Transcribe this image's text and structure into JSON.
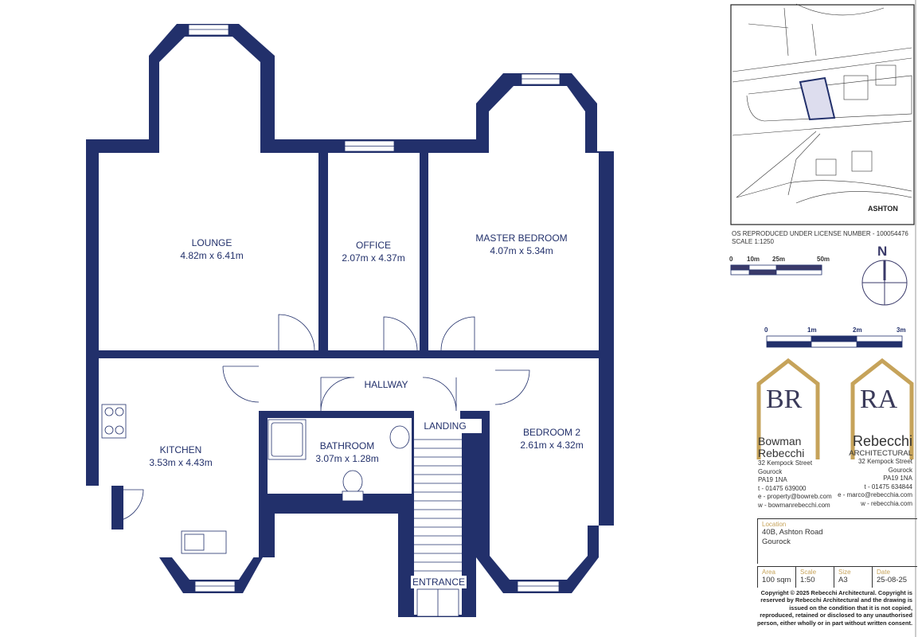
{
  "rooms": {
    "lounge": {
      "name": "LOUNGE",
      "size": "4.82m x 6.41m"
    },
    "office": {
      "name": "OFFICE",
      "size": "2.07m x 4.37m"
    },
    "master_bedroom": {
      "name": "MASTER BEDROOM",
      "size": "4.07m x 5.34m"
    },
    "hallway": {
      "name": "HALLWAY"
    },
    "kitchen": {
      "name": "KITCHEN",
      "size": "3.53m x 4.43m"
    },
    "bathroom": {
      "name": "BATHROOM",
      "size": "3.07m x 1.28m"
    },
    "landing": {
      "name": "LANDING"
    },
    "bedroom2": {
      "name": "BEDROOM 2",
      "size": "2.61m x 4.32m"
    },
    "entrance": {
      "name": "ENTRANCE"
    }
  },
  "map": {
    "label": "ASHTON",
    "license": "OS REPRODUCED UNDER LICENSE NUMBER - 100054476",
    "scale": "SCALE 1:1250"
  },
  "map_scale_bar": {
    "ticks": [
      "0",
      "10m",
      "25m",
      "50m"
    ]
  },
  "north": "N",
  "plan_scale_bar": {
    "ticks": [
      "0",
      "1m",
      "2m",
      "3m"
    ]
  },
  "company1": {
    "logo": "BR",
    "name1": "Bowman",
    "name2": "Rebecchi",
    "street": "32 Kempock Street",
    "town": "Gourock",
    "postcode": "PA19 1NA",
    "tel": "t - 01475 639000",
    "email": "e - property@bowreb.com",
    "web": "w - bowmanrebecchi.com"
  },
  "company2": {
    "logo": "RA",
    "name1": "Rebecchi",
    "name2": "ARCHITECTURAL",
    "street": "32 Kempock Street",
    "town": "Gourock",
    "postcode": "PA19 1NA",
    "tel": "t - 01475 634844",
    "email": "e - marco@rebecchia.com",
    "web": "w - rebecchia.com"
  },
  "info": {
    "location_label": "Location",
    "location_line1": "40B, Ashton Road",
    "location_line2": "Gourock",
    "area_label": "Area",
    "area": "100 sqm",
    "scale_label": "Scale",
    "scale": "1:50",
    "size_label": "Size",
    "size": "A3",
    "date_label": "Date",
    "date": "25-08-25"
  },
  "copyright": "Copyright © 2025 Rebecchi Architectural. Copyright is reserved by Rebecchi Architectural and the drawing is issued on the condition that it is not copied, reproduced, retained or disclosed to any unauthorised person, either wholly or in part without written consent.",
  "colors": {
    "wall": "#22306b",
    "gold": "#c6a35a"
  }
}
